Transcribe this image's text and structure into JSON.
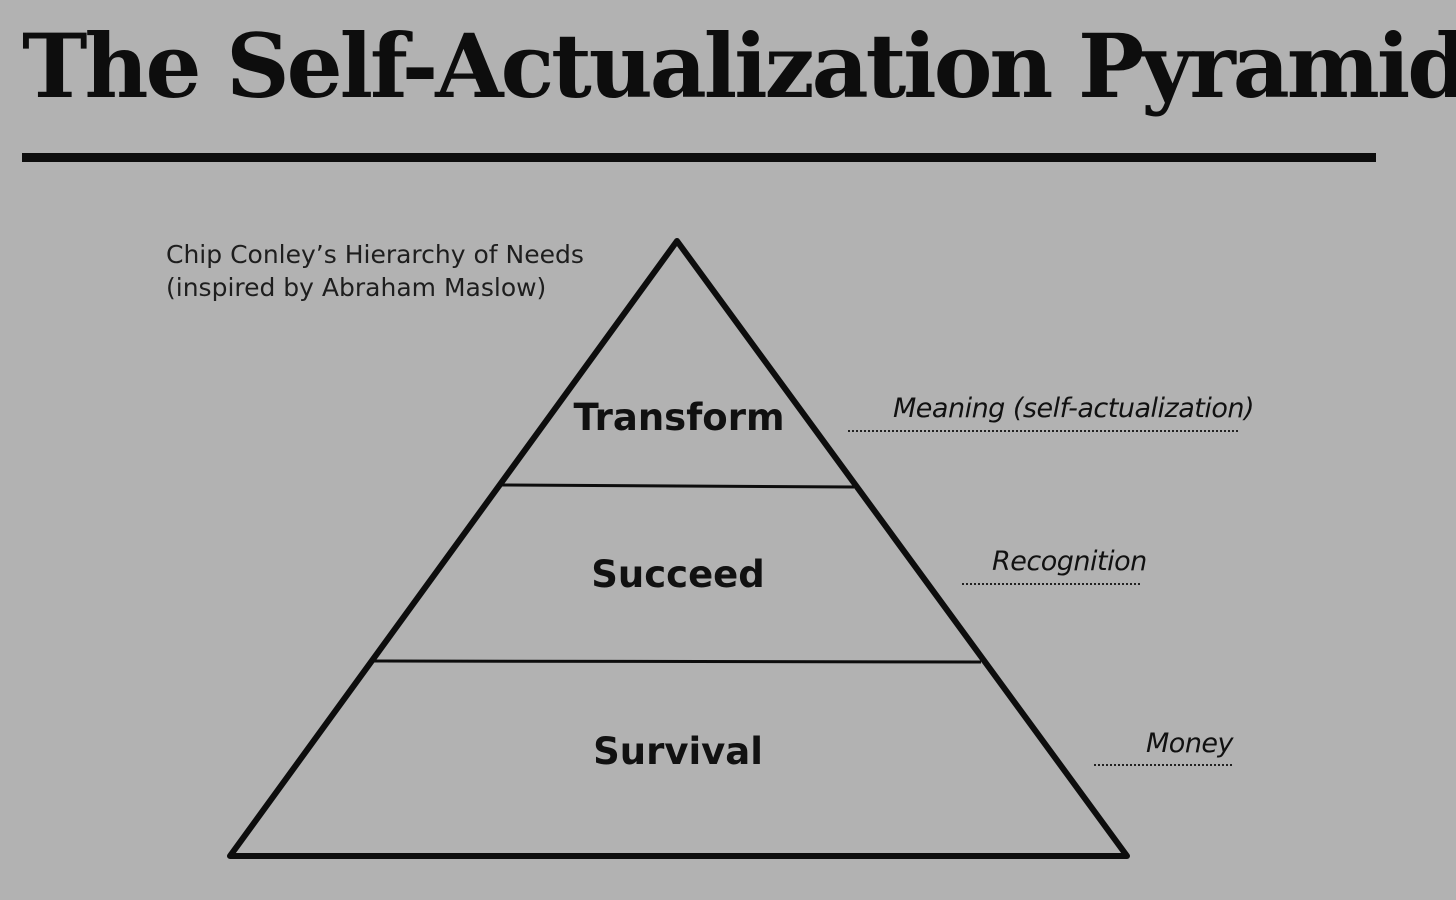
{
  "title": "The Self-Actualization Pyramid",
  "caption": {
    "line1": "Chip Conley’s Hierarchy of Needs",
    "line2": "(inspired by Abraham Maslow)"
  },
  "tiers": [
    {
      "label": "Transform",
      "need": "Meaning (self-actualization)"
    },
    {
      "label": "Succeed",
      "need": "Recognition"
    },
    {
      "label": "Survival",
      "need": "Money"
    }
  ],
  "colors": {
    "background": "#b2b2b2",
    "ink": "#0d0d0d"
  }
}
